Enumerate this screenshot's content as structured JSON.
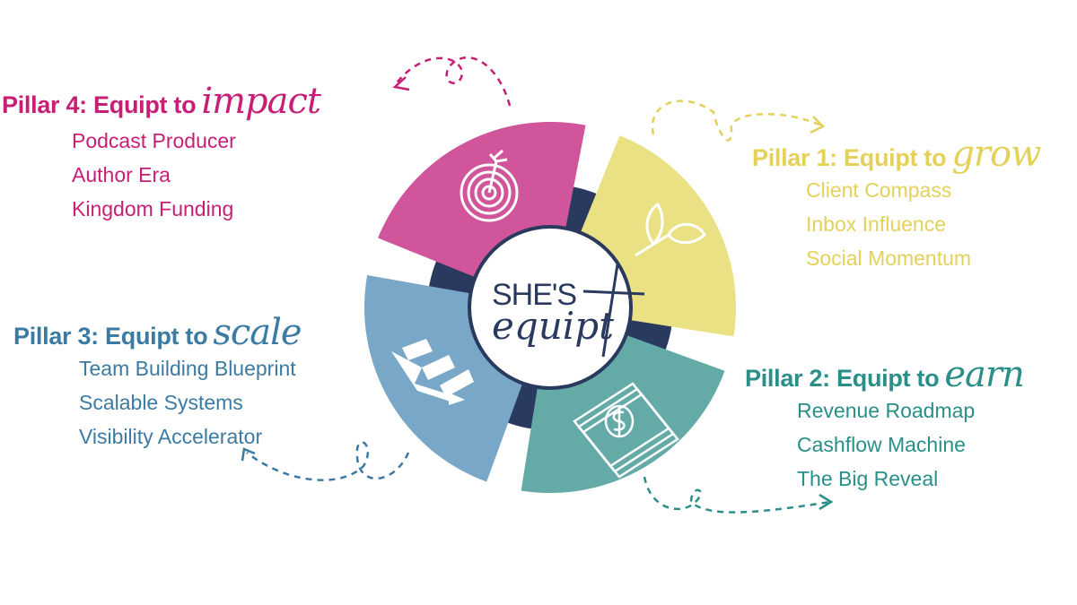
{
  "logo": {
    "line1": "SHE'S",
    "line2": "equipt"
  },
  "colors": {
    "pink": "#D0559A",
    "yellow": "#EAE084",
    "teal": "#64ABA8",
    "blue": "#78A7C7",
    "navy": "#2A3A5E"
  },
  "pillars": [
    {
      "id": "p4",
      "title": "Pillar 4: Equipt to",
      "script": "impact",
      "items": [
        "Podcast Producer",
        "Author Era",
        "Kingdom Funding"
      ],
      "icon": "target-icon"
    },
    {
      "id": "p1",
      "title": "Pillar 1: Equipt to",
      "script": "grow",
      "items": [
        "Client Compass",
        "Inbox Influence",
        "Social Momentum"
      ],
      "icon": "sprout-icon"
    },
    {
      "id": "p3",
      "title": "Pillar 3: Equipt to",
      "script": "scale",
      "items": [
        "Team Building Blueprint",
        "Scalable Systems",
        "Visibility Accelerator"
      ],
      "icon": "growth-chart-icon"
    },
    {
      "id": "p2",
      "title": "Pillar 2: Equipt to",
      "script": "earn",
      "items": [
        "Revenue Roadmap",
        "Cashflow Machine",
        "The Big Reveal"
      ],
      "icon": "money-icon"
    }
  ]
}
